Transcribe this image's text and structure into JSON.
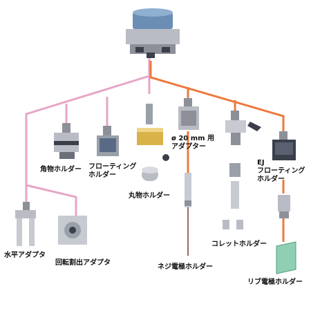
{
  "labels": {
    "angle_holder": "角物ホルダー",
    "floating_holder": "フローティング\nホルダー",
    "round_holder": "丸物ホルダー",
    "adapter_20mm": "ø 20 mm 用\nアダプター",
    "ej_floating_holder": "EJ\nフローティング\nホルダー",
    "horizontal_adapter": "水平アダプタ",
    "rotary_indexing_adapter": "回転割出アダプタ",
    "screw_electrode_holder": "ネジ電極ホルダー",
    "collet_holder": "コレットホルダー",
    "rib_electrode_holder": "リブ電極ホルダー"
  },
  "colors": {
    "pink_line": "#e7a6c6",
    "orange_line": "#ec7a3c",
    "brown_line": "#9a6a5e",
    "metal": "#b9bcc4",
    "dark": "#3a3f4a",
    "gold": "#d9b24a",
    "blue_top": "#6b8fb4",
    "green_rib": "#8fcfb4"
  }
}
